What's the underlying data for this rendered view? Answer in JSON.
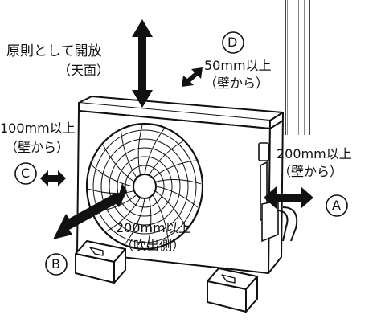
{
  "labels": {
    "top": {
      "line1": "原則として開放",
      "line2": "（天面）"
    },
    "rear": {
      "letter": "D",
      "line1": "50mm以上",
      "line2": "（壁から）"
    },
    "left": {
      "line1": "100mm以上",
      "line2": "（壁から）",
      "letter": "C"
    },
    "right": {
      "line1": "200mm以上",
      "line2": "（壁から）",
      "letter": "A"
    },
    "front": {
      "line1": "200mm以上",
      "line2": "（吹出側）",
      "letter": "B"
    }
  }
}
